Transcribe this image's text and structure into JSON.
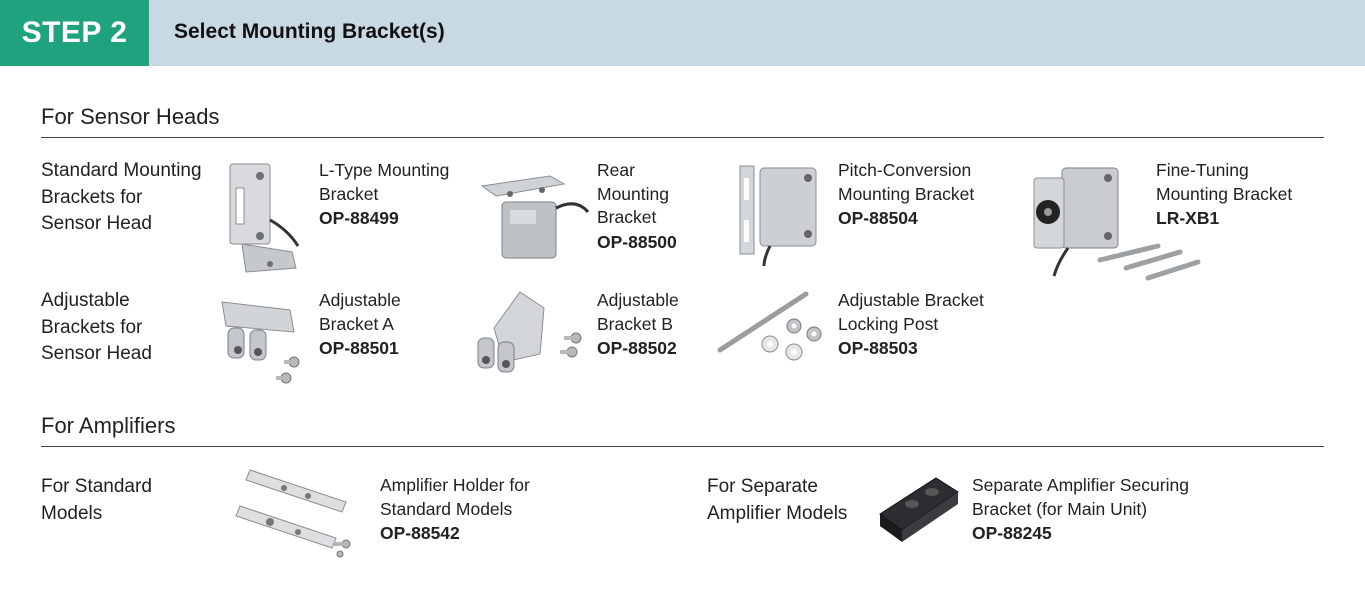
{
  "header": {
    "step": "STEP 2",
    "title": "Select Mounting Bracket(s)",
    "colors": {
      "badge": "#1fa37f",
      "bar": "#c9d9e3"
    }
  },
  "sensor_heads": {
    "title": "For Sensor Heads",
    "standard_group": {
      "label_lines": [
        "Standard Mounting",
        "Brackets for",
        "Sensor Head"
      ],
      "items": [
        {
          "name_lines": [
            "L-Type Mounting",
            "Bracket"
          ],
          "code": "OP-88499",
          "icon": "l-type-bracket-image"
        },
        {
          "name_lines": [
            "Rear",
            "Mounting",
            "Bracket"
          ],
          "code": "OP-88500",
          "icon": "rear-mounting-bracket-image"
        },
        {
          "name_lines": [
            "Pitch-Conversion",
            "Mounting Bracket"
          ],
          "code": "OP-88504",
          "icon": "pitch-conversion-bracket-image"
        },
        {
          "name_lines": [
            "Fine-Tuning",
            "Mounting Bracket"
          ],
          "code": "LR-XB1",
          "icon": "fine-tuning-bracket-image"
        }
      ]
    },
    "adjustable_group": {
      "label_lines": [
        "Adjustable",
        "Brackets for",
        "Sensor Head"
      ],
      "items": [
        {
          "name_lines": [
            "Adjustable",
            "Bracket A"
          ],
          "code": "OP-88501",
          "icon": "adjustable-bracket-a-image"
        },
        {
          "name_lines": [
            "Adjustable",
            "Bracket B"
          ],
          "code": "OP-88502",
          "icon": "adjustable-bracket-b-image"
        },
        {
          "name_lines": [
            "Adjustable Bracket",
            "Locking Post"
          ],
          "code": "OP-88503",
          "icon": "locking-post-image"
        }
      ]
    }
  },
  "amplifiers": {
    "title": "For Amplifiers",
    "standard": {
      "label_lines": [
        "For Standard",
        "Models"
      ],
      "name_lines": [
        "Amplifier Holder for",
        "Standard Models"
      ],
      "code": "OP-88542",
      "icon": "amplifier-holder-image"
    },
    "separate": {
      "label_lines": [
        "For Separate",
        "Amplifier Models"
      ],
      "name_lines": [
        "Separate Amplifier Securing",
        "Bracket (for Main Unit)"
      ],
      "code": "OP-88245",
      "icon": "securing-bracket-image"
    }
  }
}
